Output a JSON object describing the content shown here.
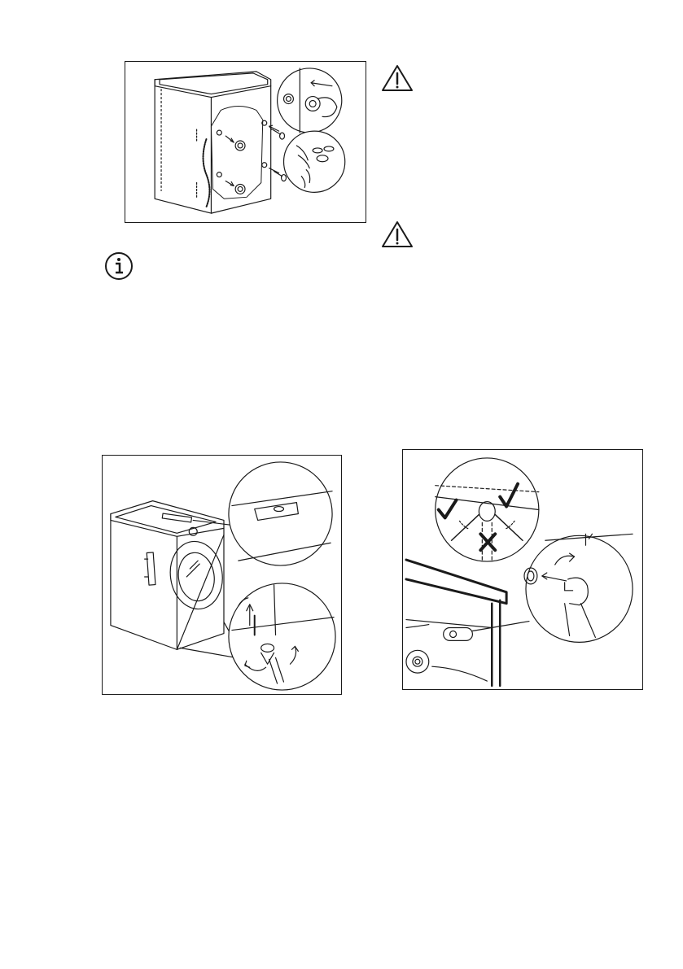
{
  "page": {
    "background": "#ffffff",
    "line_color": "#1a1a1a"
  },
  "icons": {
    "warning_1": "warning-triangle-icon",
    "warning_2": "warning-triangle-icon",
    "info": "info-circle-icon"
  },
  "figures": [
    {
      "id": "rear",
      "subject": "transit-bolts-removal-illustration"
    },
    {
      "id": "level",
      "subject": "leveling-feet-adjustment-illustration"
    },
    {
      "id": "hose",
      "subject": "inlet-hose-connection-illustration"
    }
  ],
  "marks": {
    "check": "checkmark-icon",
    "cross": "cross-icon"
  }
}
